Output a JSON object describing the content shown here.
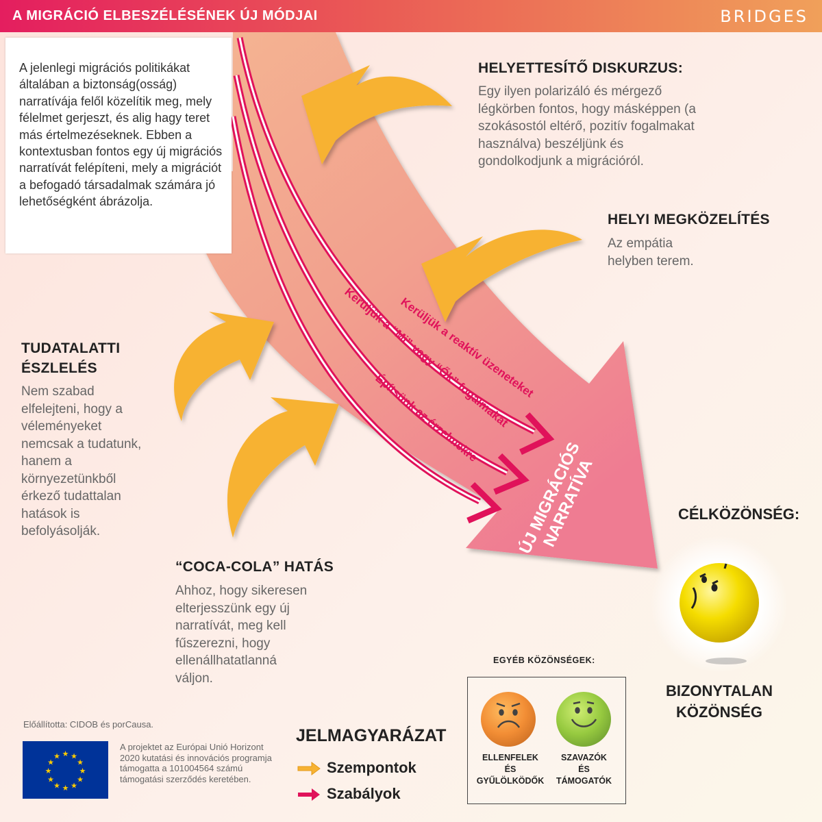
{
  "header": {
    "title": "A MIGRÁCIÓ ELBESZÉLÉSÉNEK ÚJ MÓDJAI",
    "brand": "BRIDGES"
  },
  "intro": {
    "text": "A jelenlegi migrációs politikákat általában a biztonság(osság) narratívája felől közelítik meg, mely félelmet gerjeszt, és alig hagy teret más értelmezéseknek. Ebben a kontextusban fontos egy új migrációs narratívát felépíteni, mely a migrációt a befogadó társadalmak számára jó lehetőségként ábrázolja."
  },
  "sections": {
    "helyettesito": {
      "title": "HELYETTESÍTŐ DISKURZUS:",
      "text": "Egy ilyen polarizáló és mérgező légkörben fontos, hogy másképpen (a szokásostól eltérő, pozitív fogalmakat használva) beszéljünk és gondolkodjunk a migrációról."
    },
    "helyi": {
      "title": "HELYI MEGKÖZELÍTÉS",
      "text": "Az empátia helyben terem."
    },
    "tudatalatti": {
      "title_line1": "TUDATALATTI",
      "title_line2": "ÉSZLELÉS",
      "text": "Nem szabad elfelejteni, hogy a véleményeket nemcsak a tudatunk, hanem a környezetünkből érkező tudattalan hatások is befolyásolják."
    },
    "cocacola": {
      "title": "“COCA-COLA” HATÁS",
      "text": "Ahhoz, hogy sikeresen elterjesszünk egy új narratívát, meg kell fűszerezni, hogy ellenállhatatlanná váljon."
    }
  },
  "diagram": {
    "rules": [
      "Kerüljük a reaktív üzeneteket",
      "Kerüljük a “Mi” vagy “Ők” fogalmakat",
      "Építsünk az érzelmekre"
    ],
    "narrative_line1": "ÚJ MIGRÁCIÓS",
    "narrative_line2": "NARRATÍVA",
    "colors": {
      "rule": "#e0125a",
      "aspect": "#f7b233",
      "flow": "#f3a08a"
    }
  },
  "target": {
    "title": "CÉLKÖZÖNSÉG:",
    "label_line1": "BIZONYTALAN",
    "label_line2": "KÖZÖNSÉG"
  },
  "others": {
    "title": "EGYÉB KÖZÖNSÉGEK:",
    "opponents_line1": "ELLENFELEK",
    "opponents_line2": "ÉS",
    "opponents_line3": "GYŰLÖLKÖDŐK",
    "supporters_line1": "SZAVAZÓK",
    "supporters_line2": "ÉS",
    "supporters_line3": "TÁMOGATÓK"
  },
  "legend": {
    "title": "JELMAGYARÁZAT",
    "aspects": "Szempontok",
    "rules": "Szabályok"
  },
  "credits": {
    "produced_by": "Előállította: CIDOB és porCausa.",
    "eu_text": "A projektet az Európai Unió Horizont 2020 kutatási és innovációs programja támogatta a 101004564 számú támogatási szerződés keretében."
  }
}
